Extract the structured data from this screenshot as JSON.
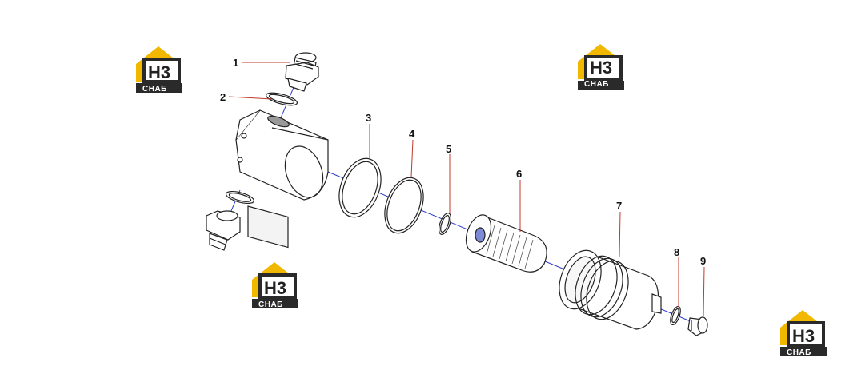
{
  "diagram": {
    "callouts": [
      {
        "id": "1",
        "label": "1"
      },
      {
        "id": "2",
        "label": "2"
      },
      {
        "id": "3",
        "label": "3"
      },
      {
        "id": "4",
        "label": "4"
      },
      {
        "id": "5",
        "label": "5"
      },
      {
        "id": "6",
        "label": "6"
      },
      {
        "id": "7",
        "label": "7"
      },
      {
        "id": "8",
        "label": "8"
      },
      {
        "id": "9",
        "label": "9"
      }
    ],
    "colors": {
      "leader_line": "#c0392b",
      "axis_line": "#2b3bd1",
      "part_stroke": "#222222",
      "logo_yellow": "#f2b800",
      "logo_dark": "#2a2a2a"
    }
  },
  "watermark": {
    "mark": "H3",
    "sub": "СНАБ"
  }
}
